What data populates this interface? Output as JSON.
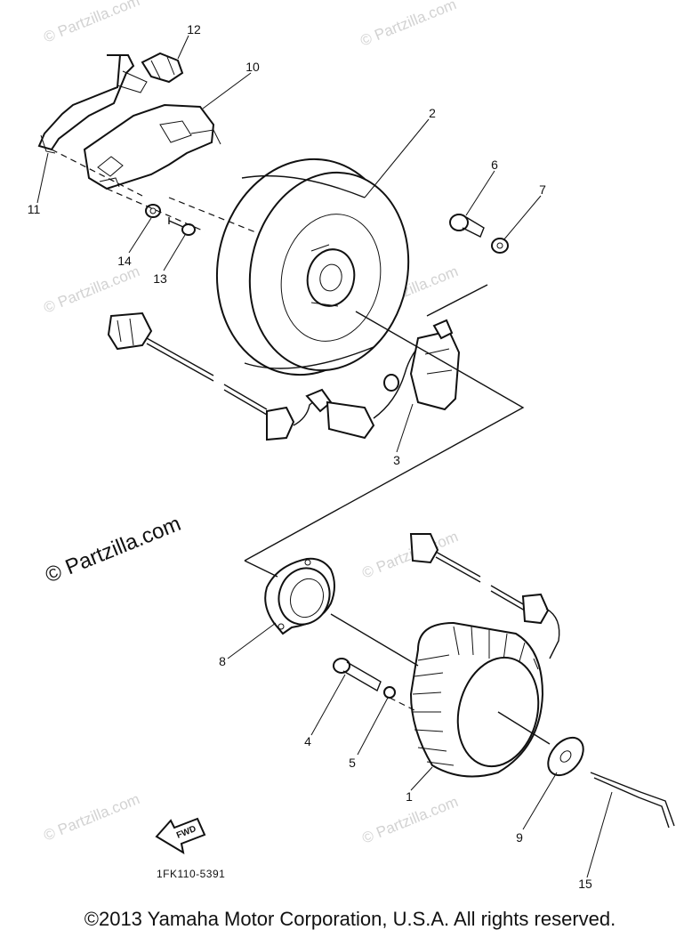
{
  "diagram": {
    "callouts": [
      {
        "id": "1",
        "label": "1"
      },
      {
        "id": "2",
        "label": "2"
      },
      {
        "id": "3",
        "label": "3"
      },
      {
        "id": "4",
        "label": "4"
      },
      {
        "id": "5",
        "label": "5"
      },
      {
        "id": "6",
        "label": "6"
      },
      {
        "id": "7",
        "label": "7"
      },
      {
        "id": "8",
        "label": "8"
      },
      {
        "id": "9",
        "label": "9"
      },
      {
        "id": "10",
        "label": "10"
      },
      {
        "id": "11",
        "label": "11"
      },
      {
        "id": "12",
        "label": "12"
      },
      {
        "id": "13",
        "label": "13"
      },
      {
        "id": "14",
        "label": "14"
      },
      {
        "id": "15",
        "label": "15"
      }
    ],
    "drawing_code": "1FK110-5391",
    "fwd_label": "FWD"
  },
  "watermark": {
    "text": "© Partzilla.com"
  },
  "footer": {
    "copyright": "©2013  Yamaha Motor Corporation, U.S.A. All rights reserved."
  }
}
